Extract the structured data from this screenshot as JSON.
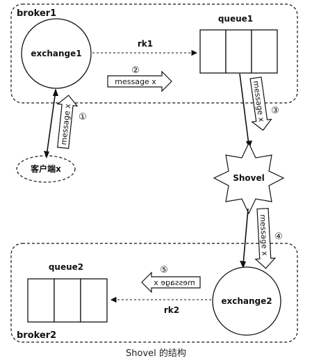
{
  "broker1": {
    "label": "broker1",
    "exchange": "exchange1",
    "queue": "queue1",
    "routing_key": "rk1"
  },
  "broker2": {
    "label": "broker2",
    "exchange": "exchange2",
    "queue": "queue2",
    "routing_key": "rk2"
  },
  "client": {
    "label": "客户端x"
  },
  "shovel": {
    "label": "Shovel"
  },
  "messages": {
    "m1": {
      "step": "①",
      "text": "message x"
    },
    "m2": {
      "step": "②",
      "text": "message x"
    },
    "m3": {
      "step": "③",
      "text": "message x"
    },
    "m4": {
      "step": "④",
      "text": "message x"
    },
    "m5": {
      "step": "⑤",
      "text": "message x"
    }
  },
  "caption": "Shovel 的结构"
}
